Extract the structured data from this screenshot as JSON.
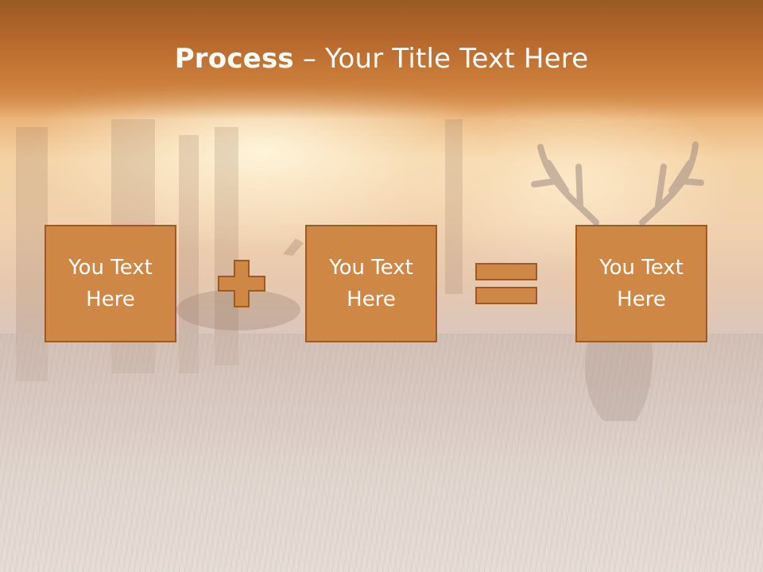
{
  "title": {
    "bold": "Process",
    "rest": " – Your Title Text Here"
  },
  "boxes": [
    {
      "text": "You Text Here"
    },
    {
      "text": "You Text Here"
    },
    {
      "text": "You Text Here"
    }
  ],
  "operators": [
    "plus",
    "equals"
  ],
  "colors": {
    "box_fill": "#cf8745",
    "box_border": "#9e5a24",
    "title_text": "#ffffff",
    "title_band": "#b8692d"
  }
}
